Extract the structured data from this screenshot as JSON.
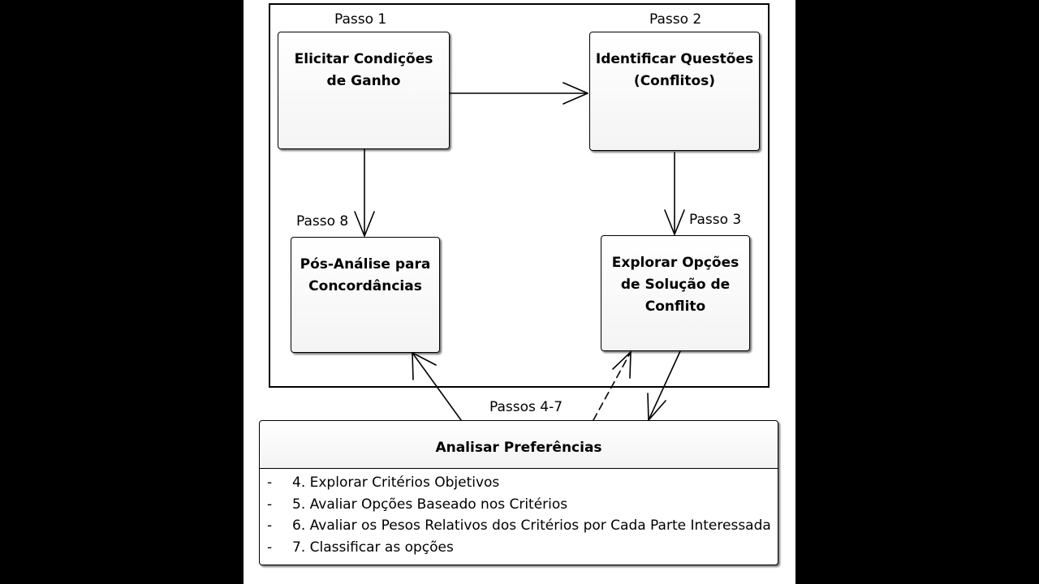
{
  "diagram": {
    "steps": {
      "step1": "Passo 1",
      "step2": "Passo 2",
      "step3": "Passo 3",
      "step8": "Passo 8",
      "steps4to7": "Passos 4-7"
    },
    "boxes": {
      "elicit": [
        "Elicitar Condições",
        "de Ganho"
      ],
      "identify": [
        "Identificar Questões",
        "(Conflitos)"
      ],
      "explore": [
        "Explorar Opções",
        "de Solução de",
        "Conflito"
      ],
      "post_analysis": [
        "Pós-Análise para",
        "Concordâncias"
      ]
    },
    "preferences": {
      "title": "Analisar Preferências",
      "items": [
        {
          "dash": "-",
          "text": "4. Explorar Critérios Objetivos"
        },
        {
          "dash": "-",
          "text": "5. Avaliar Opções Baseado nos Critérios"
        },
        {
          "dash": "-",
          "text": "6. Avaliar os Pesos Relativos dos Critérios por Cada Parte Interessada"
        },
        {
          "dash": "-",
          "text": "7. Classificar as opções"
        }
      ]
    }
  }
}
